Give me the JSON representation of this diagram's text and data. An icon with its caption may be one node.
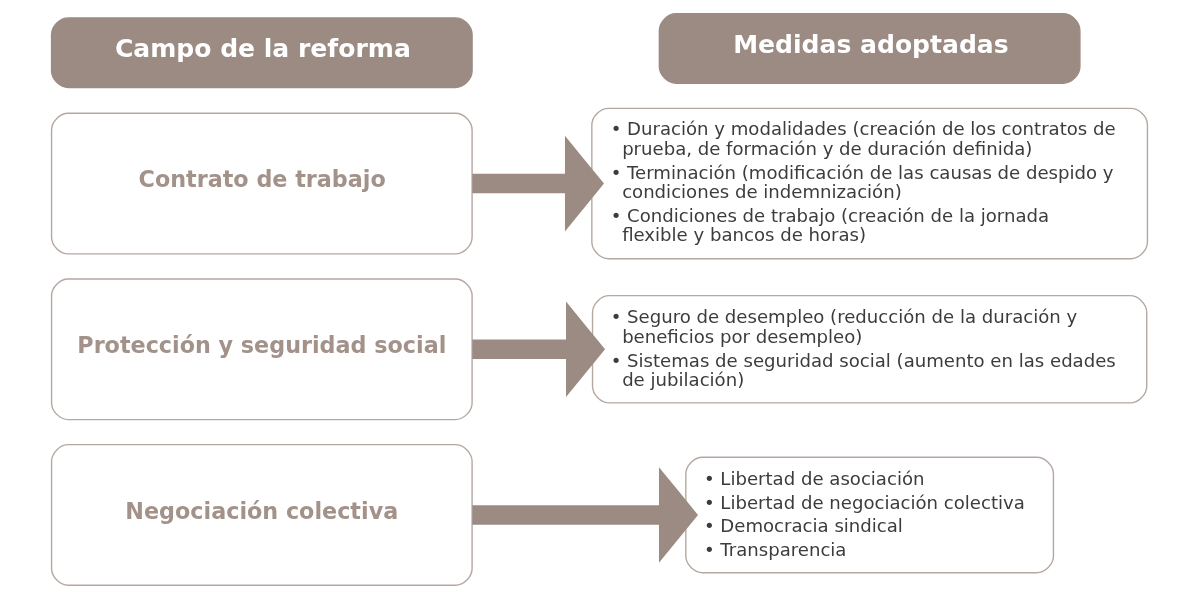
{
  "diagram": {
    "nodes": [
      {
        "text": [
          "Campo de la reforma"
        ]
      },
      {
        "text": [
          "Medidas adoptadas"
        ]
      },
      {
        "text": [
          "Contrato de trabajo"
        ]
      },
      {
        "text": [
          "• Duración y modalidades (creación de los contratos de prueba, de formación y de duración definida)",
          "• Terminación (modificación de las causas de despido y condiciones de indemnización)",
          "• Condiciones de trabajo (creación de la jornada flexible y bancos de horas)"
        ]
      },
      {
        "text": [
          "Protección y seguridad social"
        ]
      },
      {
        "text": [
          "• Seguro de desempleo (reducción de la duración y beneficios por desempleo)",
          "• Sistemas de seguridad social (aumento en las edades de jubilación)"
        ]
      },
      {
        "text": [
          "Negociación colectiva"
        ]
      },
      {
        "text": [
          "• Libertad de asociación",
          "• Libertad de negociación colectiva",
          "• Democracia sindical",
          "• Transparencia"
        ]
      }
    ],
    "edges": [
      {
        "from": 2,
        "to": 3,
        "arrow": "to"
      },
      {
        "from": 4,
        "to": 5,
        "arrow": "to"
      },
      {
        "from": 6,
        "to": 7,
        "arrow": "to"
      }
    ]
  }
}
